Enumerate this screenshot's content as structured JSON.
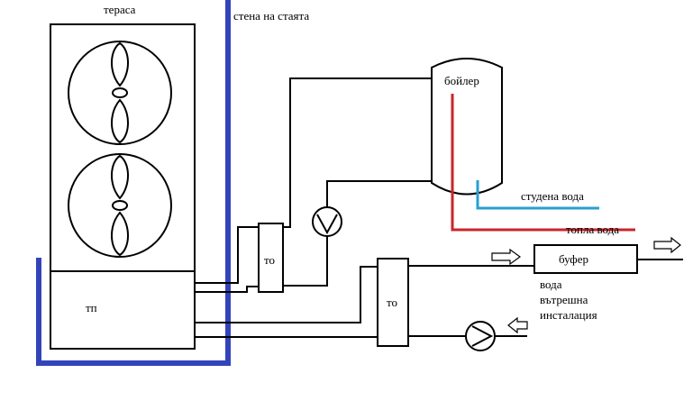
{
  "labels": {
    "terrace": "тераса",
    "room_wall": "стена на стаята",
    "boiler": "бойлер",
    "cold_water": "студена вода",
    "hot_water": "топла вода",
    "heat_exchanger_1": "то",
    "heat_exchanger_2": "то",
    "heat_pump": "тп",
    "buffer": "буфер",
    "water_line1": "вода",
    "water_line2": "вътрешна",
    "water_line3": "инсталация"
  },
  "colors": {
    "wall": "#3344bb",
    "cold_pipe": "#2a9fd0",
    "hot_pipe": "#c8262b",
    "line": "#000000"
  },
  "icons": {
    "fan": "fan-icon",
    "pump": "pump-icon",
    "flow_arrow": "arrow-right-icon"
  }
}
